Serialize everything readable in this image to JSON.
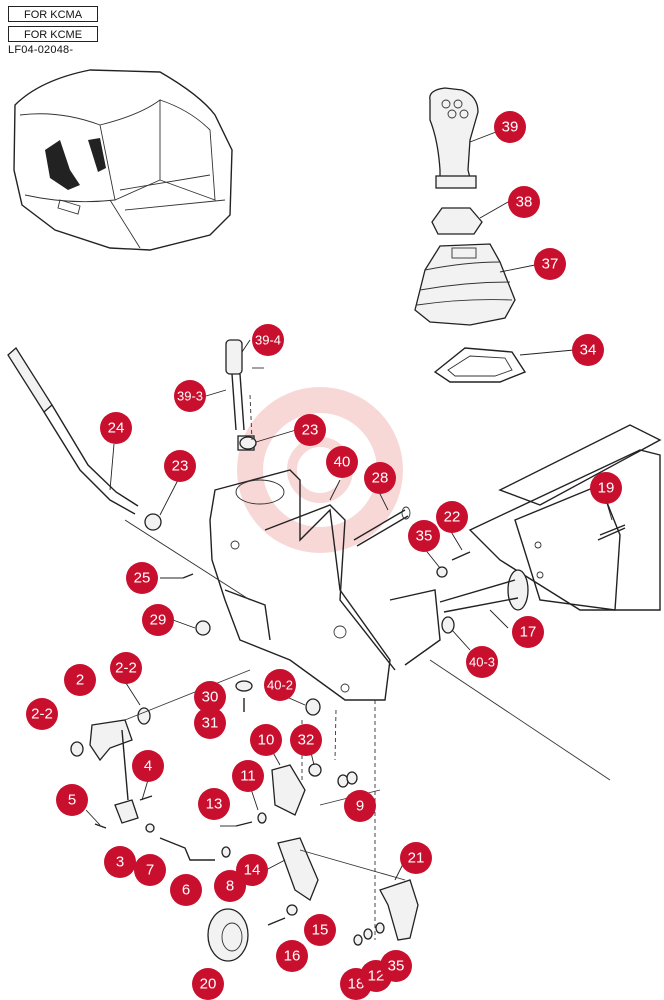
{
  "header": {
    "tag_kcma": "FOR KCMA",
    "tag_kcme": "FOR KCME",
    "drawing_code": "LF04-02048-"
  },
  "colors": {
    "callout": "#c8102e",
    "line": "#222222"
  },
  "callouts": [
    "39",
    "38",
    "37",
    "34",
    "39-4",
    "39-3",
    "23",
    "24",
    "23",
    "40",
    "28",
    "19",
    "22",
    "35",
    "25",
    "29",
    "17",
    "40-3",
    "2",
    "2-2",
    "2-2",
    "30",
    "31",
    "40-2",
    "4",
    "10",
    "32",
    "11",
    "5",
    "13",
    "9",
    "3",
    "7",
    "6",
    "8",
    "14",
    "21",
    "15",
    "16",
    "20",
    "18",
    "12",
    "35"
  ]
}
